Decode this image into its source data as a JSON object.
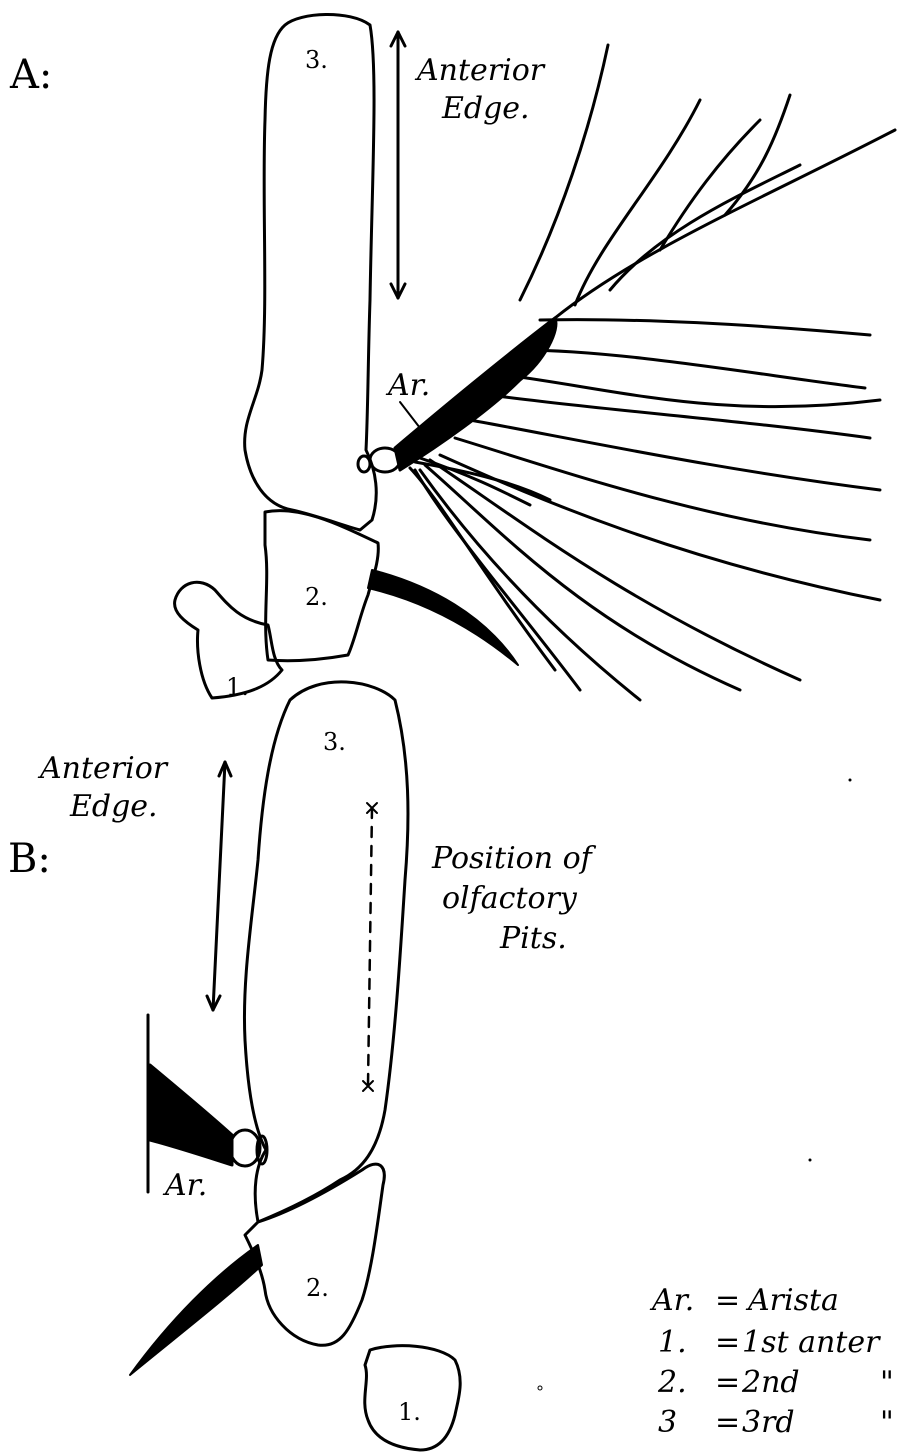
{
  "panel_a": {
    "label": "A:",
    "segment_labels": [
      "1.",
      "2.",
      "3."
    ],
    "anterior_label_line1": "Anterior",
    "anterior_label_line2": "Edge.",
    "arista_label": "Ar."
  },
  "panel_b": {
    "label": "B:",
    "segment_labels": [
      "1.",
      "2.",
      "3."
    ],
    "anterior_label_line1": "Anterior",
    "anterior_label_line2": "Edge.",
    "arista_label": "Ar.",
    "pits_line1": "Position of",
    "pits_line2": "olfactory",
    "pits_line3": "Pits."
  },
  "legend": {
    "rows": [
      {
        "key": "Ar.",
        "sep": "=",
        "value": "Arista"
      },
      {
        "key": "1.",
        "sep": "=",
        "value": "1st anter"
      },
      {
        "key": "2.",
        "sep": "=",
        "value": "2nd"
      },
      {
        "key": "3",
        "sep": "=",
        "value": "3rd"
      }
    ],
    "ditto_2": "\"",
    "ditto_3": "\""
  },
  "colors": {
    "ink": "#000000",
    "paper": "#ffffff"
  }
}
